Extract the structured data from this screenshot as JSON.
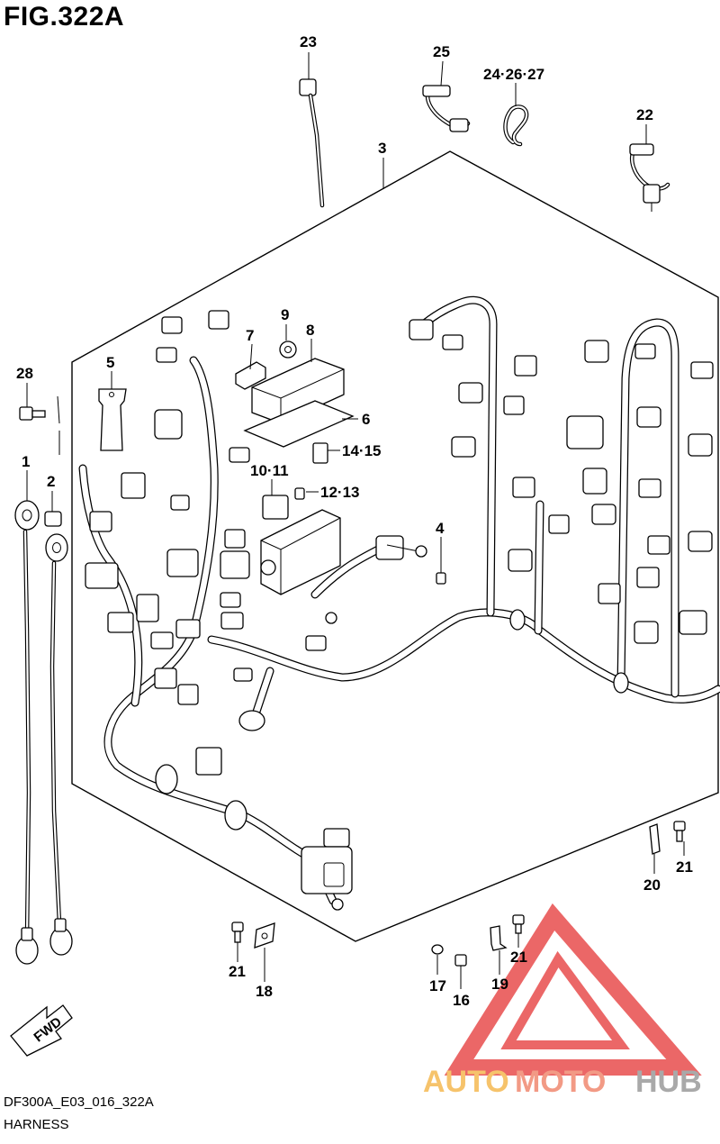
{
  "figure": {
    "title": "FIG.322A",
    "code": "DF300A_E03_016_322A",
    "name": "HARNESS",
    "fwd_label": "FWD"
  },
  "watermark": {
    "word_a": "AUTO",
    "word_b": "MOTO",
    "word_c": "HUB",
    "color_a": "#f6c36b",
    "color_b": "#f29a85",
    "color_c": "#a9a9a9",
    "logo_color": "#e84c4c"
  },
  "callouts": [
    {
      "id": "c23",
      "label": "23"
    },
    {
      "id": "c25",
      "label": "25"
    },
    {
      "id": "c24",
      "label": "24·26·27"
    },
    {
      "id": "c22",
      "label": "22"
    },
    {
      "id": "c3",
      "label": "3"
    },
    {
      "id": "c9",
      "label": "9"
    },
    {
      "id": "c8",
      "label": "8"
    },
    {
      "id": "c7",
      "label": "7"
    },
    {
      "id": "c5",
      "label": "5"
    },
    {
      "id": "c28",
      "label": "28"
    },
    {
      "id": "c6",
      "label": "6"
    },
    {
      "id": "c14",
      "label": "14·15"
    },
    {
      "id": "c10",
      "label": "10·11"
    },
    {
      "id": "c12",
      "label": "12·13"
    },
    {
      "id": "c1",
      "label": "1"
    },
    {
      "id": "c2",
      "label": "2"
    },
    {
      "id": "c4",
      "label": "4"
    },
    {
      "id": "c20",
      "label": "20"
    },
    {
      "id": "c21a",
      "label": "21"
    },
    {
      "id": "c21b",
      "label": "21"
    },
    {
      "id": "c21c",
      "label": "21"
    },
    {
      "id": "c18",
      "label": "18"
    },
    {
      "id": "c17",
      "label": "17"
    },
    {
      "id": "c16",
      "label": "16"
    },
    {
      "id": "c19",
      "label": "19"
    }
  ]
}
